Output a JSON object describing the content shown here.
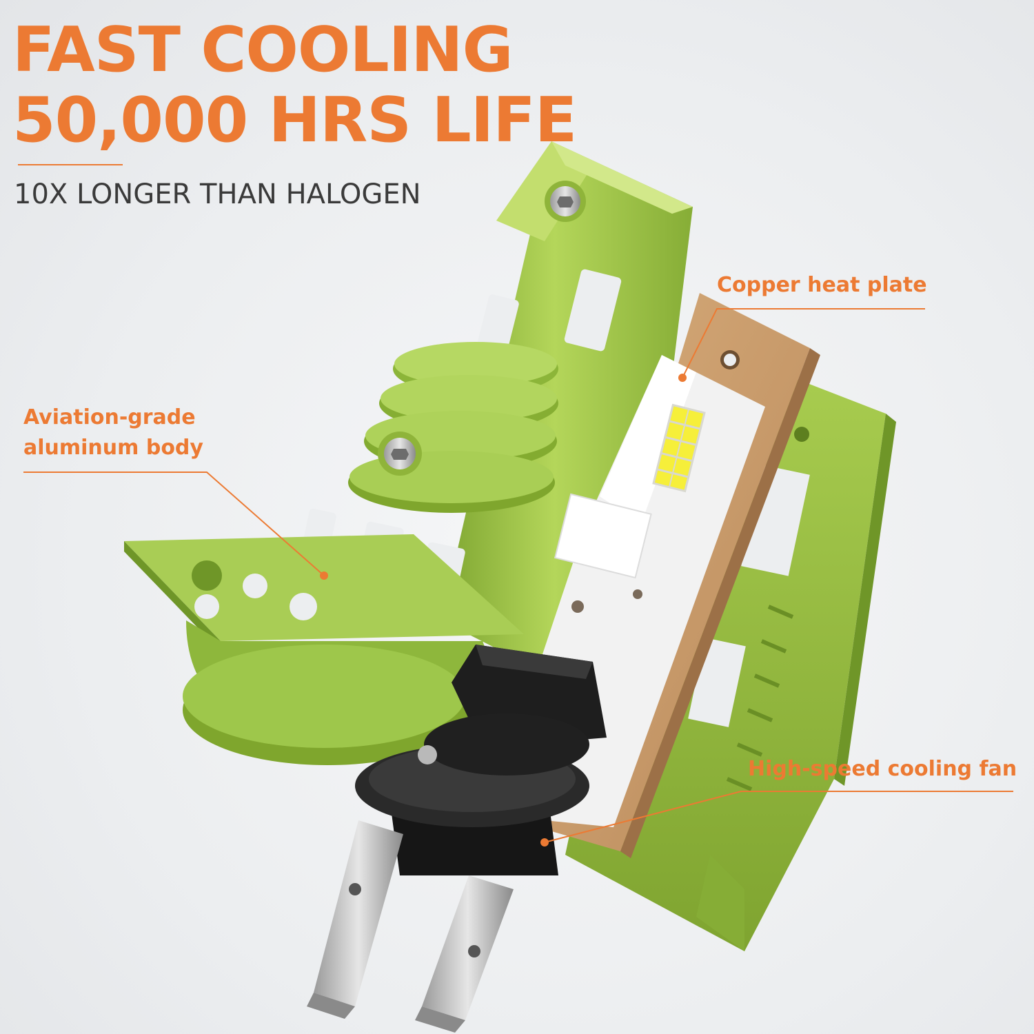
{
  "headline": {
    "line1": "FAST COOLING",
    "line2": "50,000 HRS LIFE",
    "subline": "10X LONGER THAN HALOGEN"
  },
  "callouts": {
    "copper": "Copper heat plate",
    "aluminum_line1": "Aviation-grade",
    "aluminum_line2": "aluminum body",
    "fan": "High-speed cooling fan"
  },
  "colors": {
    "accent": "#ec7a33",
    "green_body": "#9cc244",
    "green_dark": "#6f9628",
    "green_light": "#c3de6e",
    "copper": "#c89b6c",
    "background": "#eceef0"
  },
  "product": {
    "name_icon": "h7-led-bulb-illustration"
  }
}
